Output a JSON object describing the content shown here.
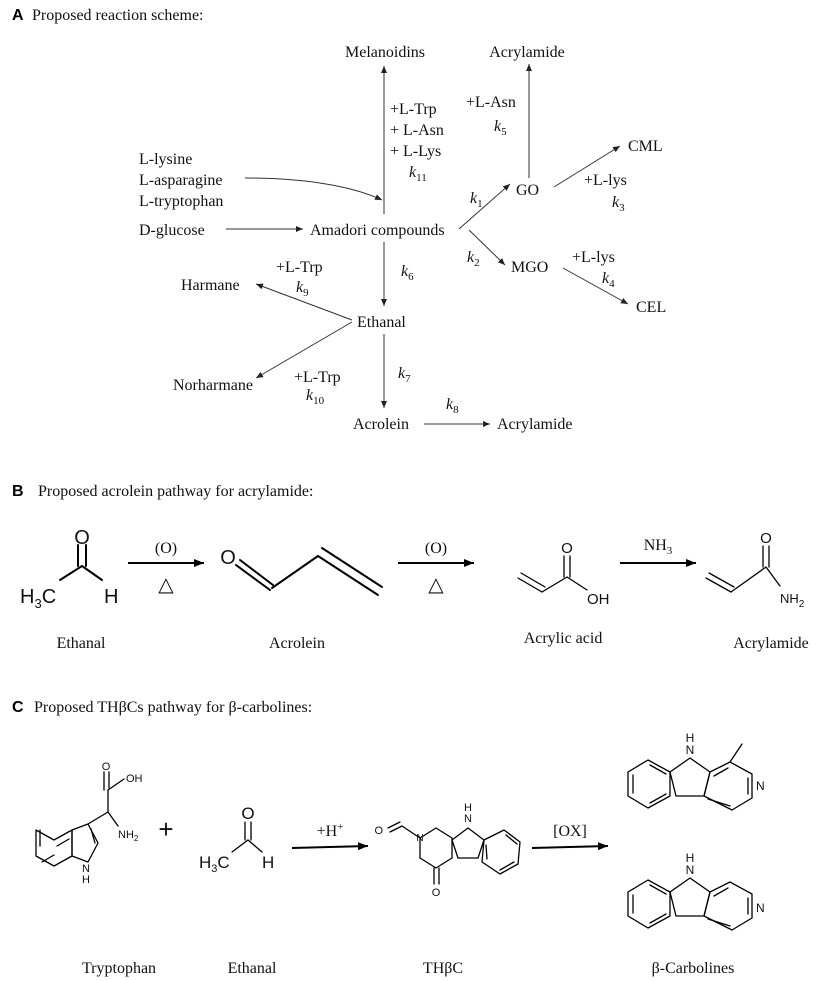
{
  "panel_a": {
    "letter": "A",
    "title": "Proposed reaction scheme:",
    "nodes": {
      "melanoidins": "Melanoidins",
      "acrylamide_top": "Acrylamide",
      "lysine": "L-lysine",
      "asparagine": "L-asparagine",
      "tryptophan": "L-tryptophan",
      "glucose": "D-glucose",
      "amadori": "Amadori compounds",
      "go": "GO",
      "mgo": "MGO",
      "cml": "CML",
      "cel": "CEL",
      "harmane": "Harmane",
      "ethanal": "Ethanal",
      "norharmane": "Norharmane",
      "acrolein": "Acrolein",
      "acrylamide_bottom": "Acrylamide"
    },
    "conditions": {
      "melanoidin_trp": "+L-Trp",
      "melanoidin_asn": "+ L-Asn",
      "melanoidin_lys": "+ L-Lys",
      "go_asn": "+L-Asn",
      "go_lys": "+L-lys",
      "mgo_lys": "+L-lys",
      "harmane_trp": "+L-Trp",
      "norharmane_trp": "+L-Trp"
    },
    "rates": {
      "k_symbol": "k",
      "k1": "1",
      "k2": "2",
      "k3": "3",
      "k4": "4",
      "k5": "5",
      "k6": "6",
      "k7": "7",
      "k8": "8",
      "k9": "9",
      "k10": "10",
      "k11": "11"
    }
  },
  "panel_b": {
    "letter": "B",
    "title": "Proposed acrolein pathway for acrylamide:",
    "step1_top": "(O)",
    "step1_bottom": "△",
    "step2_top": "(O)",
    "step2_bottom": "△",
    "step3_top": "NH",
    "step3_top_sub": "3",
    "atoms": {
      "o": "O",
      "h": "H",
      "h3c": "H",
      "h3c_sub": "3",
      "h3c_c": "C",
      "oh": "OH",
      "nh2": "NH",
      "nh2_sub": "2"
    },
    "names": {
      "ethanal": "Ethanal",
      "acrolein": "Acrolein",
      "acrylic_acid": "Acrylic  acid",
      "acrylamide": "Acrylamide"
    }
  },
  "panel_c": {
    "letter": "C",
    "title": "Proposed THβCs pathway for β-carbolines:",
    "plus": "+",
    "step1_top": "+H",
    "step1_sup": "+",
    "step2_top": "[OX]",
    "atoms": {
      "oh": "OH",
      "o": "O",
      "nh2": "NH",
      "nh2_sub": "2",
      "indole_n": "N",
      "indole_h": "H",
      "h": "H",
      "h3c": "H",
      "h3c_sub": "3",
      "h3c_c": "C",
      "n": "N"
    },
    "names": {
      "tryptophan": "Tryptophan",
      "ethanal": "Ethanal",
      "thbc": "THβC",
      "carbolines": "β-Carbolines"
    }
  }
}
